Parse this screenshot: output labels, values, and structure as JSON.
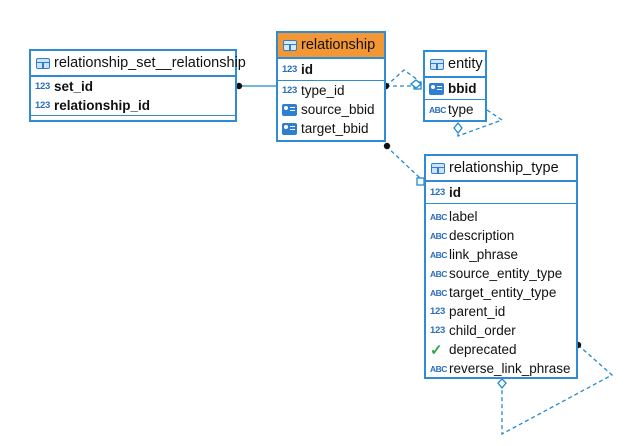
{
  "diagram": {
    "tables": {
      "relationship_set_relationship": {
        "title": "relationship_set__relationship",
        "keys": [
          {
            "type_label": "123",
            "name": "set_id"
          },
          {
            "type_label": "123",
            "name": "relationship_id"
          }
        ],
        "columns": []
      },
      "relationship": {
        "title": "relationship",
        "selected": true,
        "keys": [
          {
            "type_label": "123",
            "name": "id"
          }
        ],
        "columns": [
          {
            "type": "num",
            "type_label": "123",
            "name": "type_id"
          },
          {
            "type": "ref",
            "type_label": "",
            "name": "source_bbid"
          },
          {
            "type": "ref",
            "type_label": "",
            "name": "target_bbid"
          }
        ]
      },
      "entity": {
        "title": "entity",
        "keys": [
          {
            "type": "ref",
            "name": "bbid"
          }
        ],
        "columns": [
          {
            "type": "abc",
            "type_label": "ABC",
            "name": "type"
          }
        ]
      },
      "relationship_type": {
        "title": "relationship_type",
        "keys": [
          {
            "type_label": "123",
            "name": "id"
          }
        ],
        "columns": [
          {
            "type": "abc",
            "type_label": "ABC",
            "name": "label"
          },
          {
            "type": "abc",
            "type_label": "ABC",
            "name": "description"
          },
          {
            "type": "abc",
            "type_label": "ABC",
            "name": "link_phrase"
          },
          {
            "type": "abc",
            "type_label": "ABC",
            "name": "source_entity_type"
          },
          {
            "type": "abc",
            "type_label": "ABC",
            "name": "target_entity_type"
          },
          {
            "type": "num",
            "type_label": "123",
            "name": "parent_id"
          },
          {
            "type": "num",
            "type_label": "123",
            "name": "child_order"
          },
          {
            "type": "bool",
            "type_label": "✓",
            "name": "deprecated"
          },
          {
            "type": "abc",
            "type_label": "ABC",
            "name": "reverse_link_phrase"
          }
        ]
      }
    },
    "colors": {
      "border": "#2f8bd3",
      "selected_header": "#f29733",
      "type_icon": "#2a6ebd",
      "boolean_check": "#2ea84f",
      "connector": "#1f8ad1"
    }
  }
}
